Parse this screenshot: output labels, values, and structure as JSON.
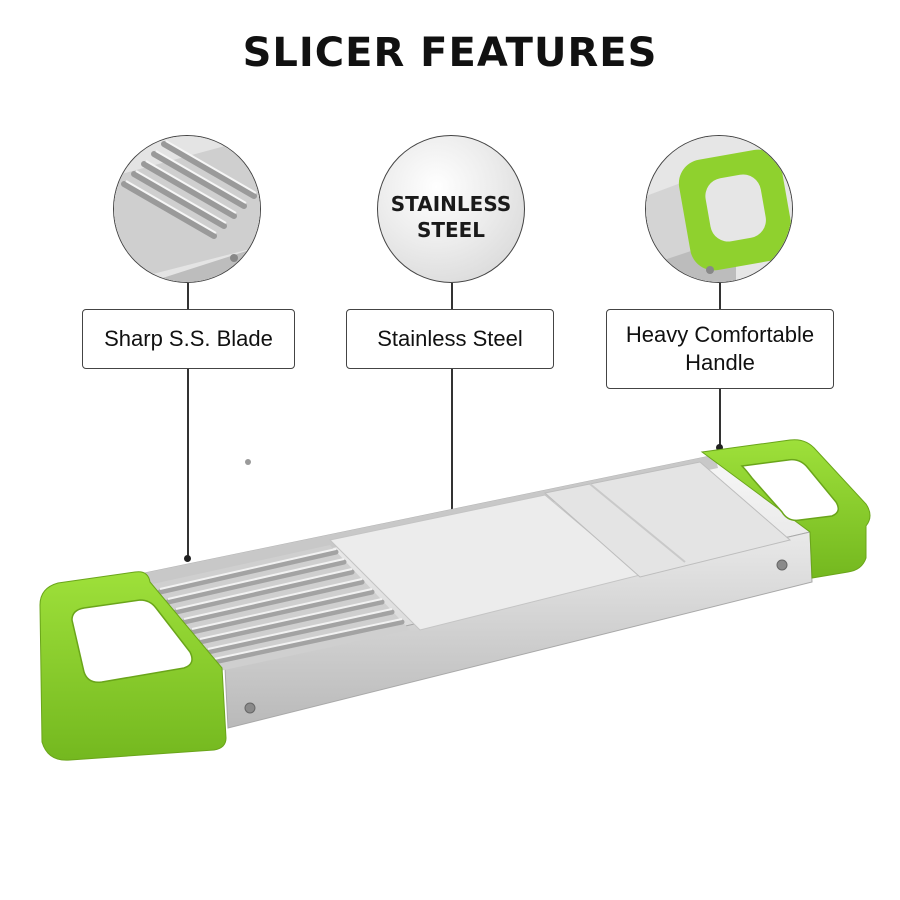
{
  "header": {
    "title": "SLICER FEATURES"
  },
  "features": [
    {
      "label": "Sharp S.S. Blade"
    },
    {
      "label": "Stainless Steel",
      "circle_text": "STAINLESS\nSTEEL"
    },
    {
      "label": "Heavy Comfortable\nHandle"
    }
  ],
  "colors": {
    "handle_green": "#8fd12e",
    "steel": "#d9d9d9",
    "outline": "#444444"
  }
}
